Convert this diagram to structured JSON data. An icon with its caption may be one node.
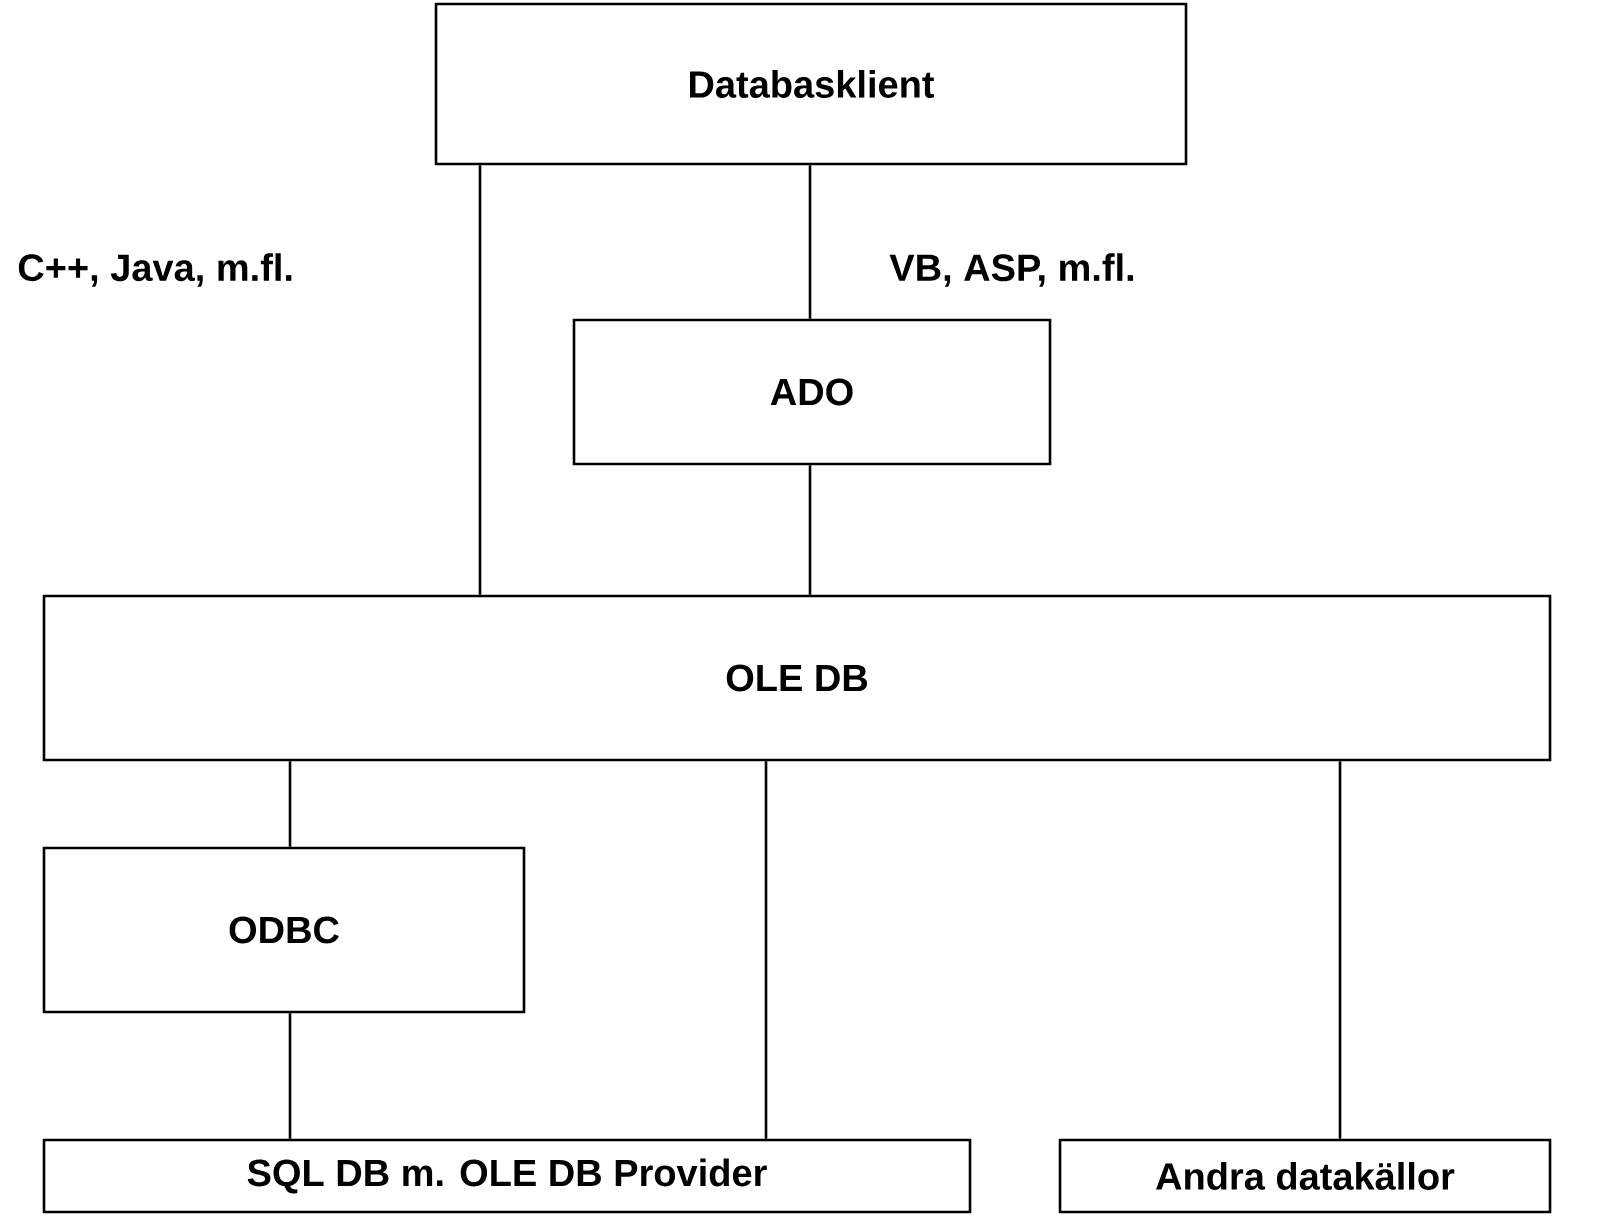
{
  "diagram": {
    "nodes": [
      {
        "text": [
          "Databasklient"
        ]
      },
      {
        "text": [
          "ADO"
        ]
      },
      {
        "text": [
          "OLE DB"
        ]
      },
      {
        "text": [
          "ODBC"
        ]
      },
      {
        "text": [
          "SQL DB m. OLE DB Provider"
        ]
      },
      {
        "text": [
          "Andra datakällor"
        ]
      }
    ],
    "edges": [
      {
        "from": 0,
        "to": 2,
        "arrow": "none",
        "label": "C++, Java, m.fl."
      },
      {
        "from": 0,
        "to": 1,
        "arrow": "none",
        "label": "VB, ASP, m.fl."
      },
      {
        "from": 1,
        "to": 2,
        "arrow": "none"
      },
      {
        "from": 2,
        "to": 3,
        "arrow": "none"
      },
      {
        "from": 3,
        "to": 4,
        "arrow": "none"
      },
      {
        "from": 2,
        "to": 4,
        "arrow": "none"
      },
      {
        "from": 2,
        "to": 5,
        "arrow": "none"
      }
    ]
  }
}
